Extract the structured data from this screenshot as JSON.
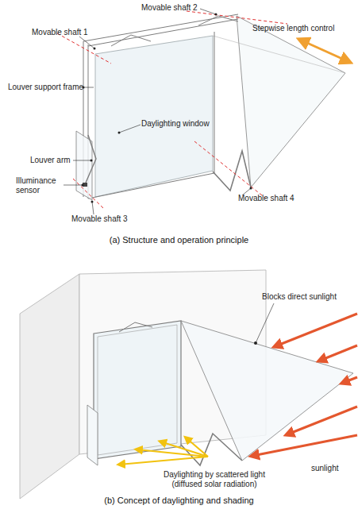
{
  "diagram": {
    "labels": [
      "Movable shaft 1",
      "Movable shaft 2",
      "Stepwise length control",
      "Louver support frame",
      "Louver arm",
      "Daylighting window",
      "Illuminance sensor",
      "Movable shaft 3",
      "Movable shaft 4",
      "(a) Structure and operation principle",
      "Blocks direct sunlight",
      "sunlight",
      "Daylighting by scattered light (diffused solar radiation)",
      "(b) Concept of daylighting and shading"
    ]
  }
}
